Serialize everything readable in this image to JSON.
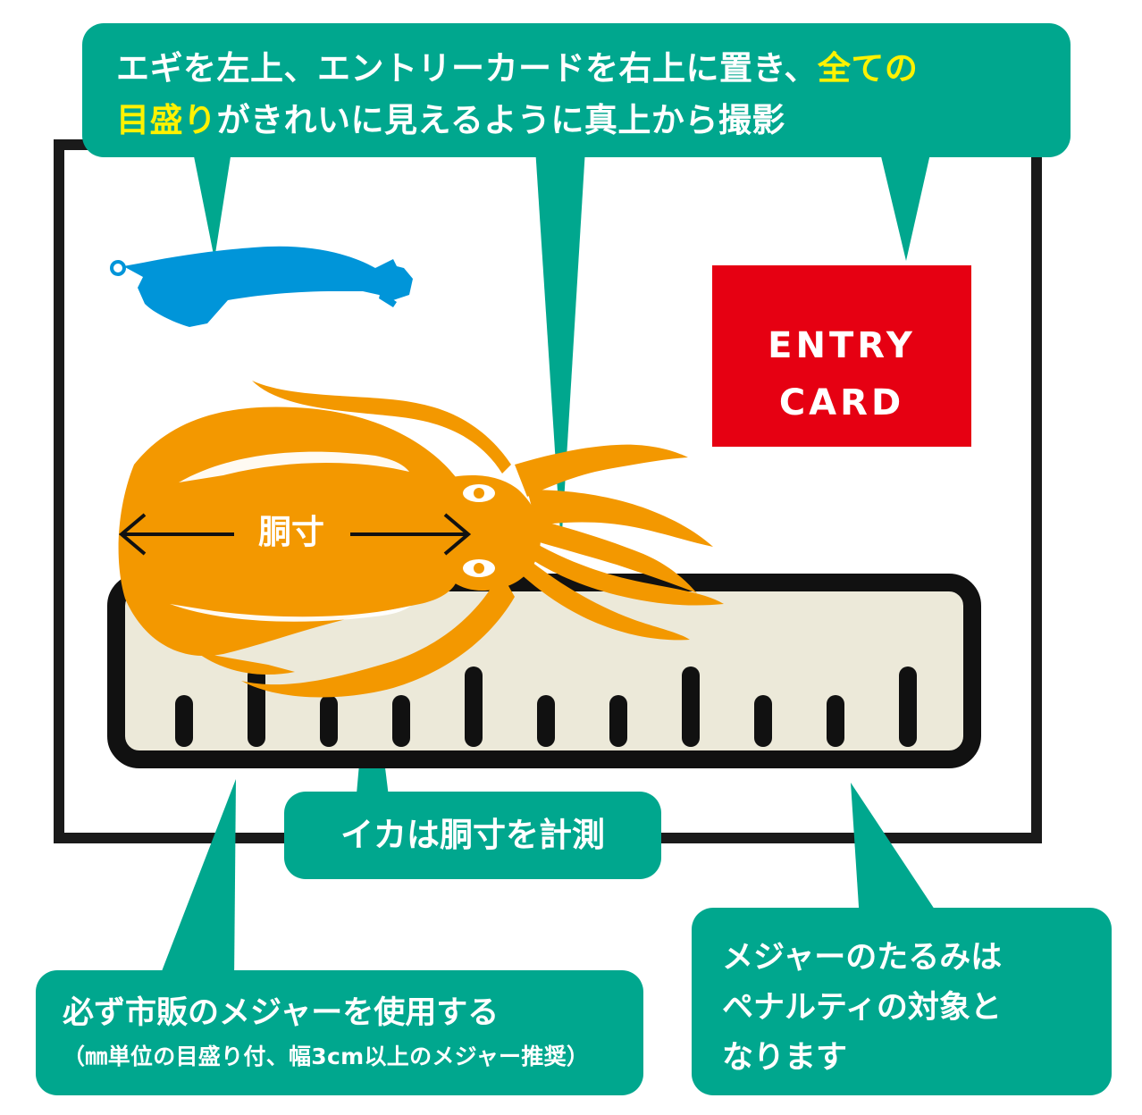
{
  "top_callout": {
    "line1_a": "エギを左上、エントリーカードを右上に置き、",
    "line1_highlight": "全ての",
    "line2_highlight": "目盛り",
    "line2_b": "がきれいに見えるように真上から撮影"
  },
  "entry_card": {
    "line1": "ENTRY",
    "line2": "CARD"
  },
  "squid": {
    "body_length_label": "胴寸"
  },
  "squid_callout": {
    "text": "イカは胴寸を計測"
  },
  "measure_callout": {
    "main": "必ず市販のメジャーを使用する",
    "sub": "（㎜単位の目盛り付、幅3cm以上のメジャー推奨）"
  },
  "slack_callout": {
    "line1": "メジャーのたるみは",
    "line2": "ペナルティの対象と",
    "line3": "なります"
  },
  "colors": {
    "callout": "#00a78e",
    "highlight": "#fff200",
    "squid": "#f39800",
    "egi": "#0095d9",
    "entry_card": "#e60012",
    "ruler_fill": "#ece9d9",
    "frame": "#1a1a1a"
  }
}
